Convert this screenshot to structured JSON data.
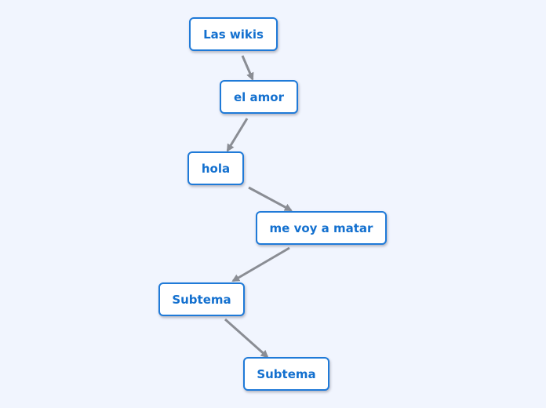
{
  "colors": {
    "background": "#f1f5fe",
    "node_border": "#1f7ad8",
    "node_text": "#1370cf",
    "node_fill": "#ffffff",
    "edge": "#8a8d94"
  },
  "nodes": [
    {
      "id": "n0",
      "label": "Las wikis"
    },
    {
      "id": "n1",
      "label": "el amor"
    },
    {
      "id": "n2",
      "label": "hola"
    },
    {
      "id": "n3",
      "label": "me voy a matar"
    },
    {
      "id": "n4",
      "label": "Subtema"
    },
    {
      "id": "n5",
      "label": "Subtema"
    }
  ],
  "edges": [
    {
      "from": "n0",
      "to": "n1"
    },
    {
      "from": "n1",
      "to": "n2"
    },
    {
      "from": "n2",
      "to": "n3"
    },
    {
      "from": "n3",
      "to": "n4"
    },
    {
      "from": "n4",
      "to": "n5"
    }
  ]
}
